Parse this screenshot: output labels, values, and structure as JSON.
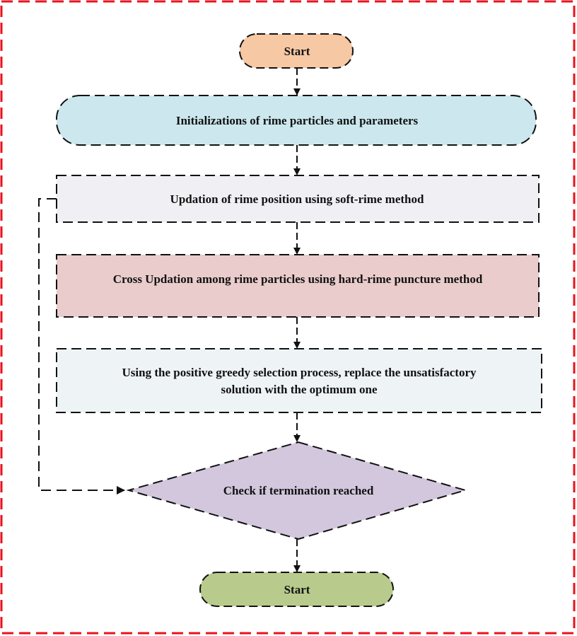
{
  "colors": {
    "frame": "#e8131d",
    "stroke": "#111111",
    "start": "#f7c8a4",
    "init": "#cce8ee",
    "soft_rime": "#f0eff4",
    "hard_rime": "#e9cccb",
    "greedy": "#eef3f6",
    "check": "#d2c7dd",
    "end": "#b8cb8d"
  },
  "nodes": {
    "start": {
      "label": "Start"
    },
    "init": {
      "label": "Initializations of rime particles and parameters"
    },
    "soft_rime": {
      "label": "Updation of rime position using soft-rime method"
    },
    "hard_rime": {
      "label": "Cross Updation among rime particles using hard-rime puncture method"
    },
    "greedy": {
      "line1": "Using the positive greedy selection process, replace the unsatisfactory",
      "line2": "solution with the optimum one"
    },
    "check": {
      "label": "Check if termination reached"
    },
    "end": {
      "label": "Start"
    }
  }
}
